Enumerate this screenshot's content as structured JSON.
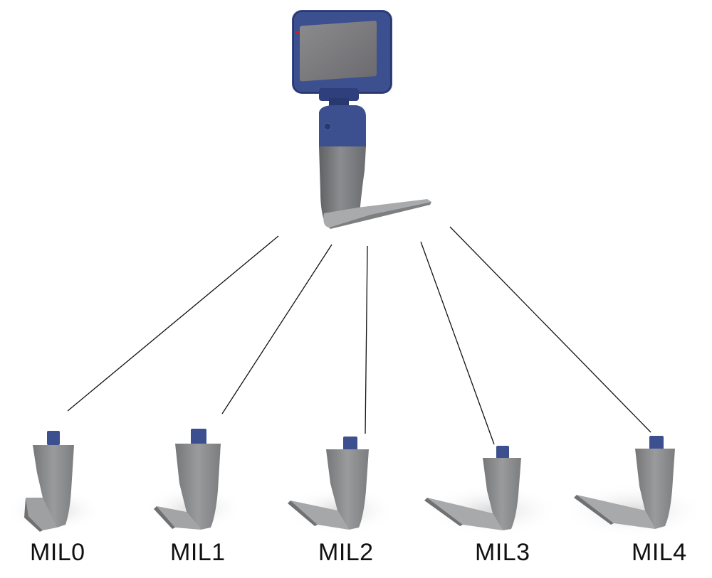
{
  "blades": [
    {
      "label": "MIL0"
    },
    {
      "label": "MIL1"
    },
    {
      "label": "MIL2"
    },
    {
      "label": "MIL3"
    },
    {
      "label": "MIL4"
    }
  ],
  "colors": {
    "device_body": "#3c4f8f",
    "device_dark": "#2a3870",
    "handle_gray": "#7b7d80",
    "blade_gray": "#8e8f90",
    "screen": "#7d7d80",
    "line": "#111111",
    "label": "#111111"
  }
}
